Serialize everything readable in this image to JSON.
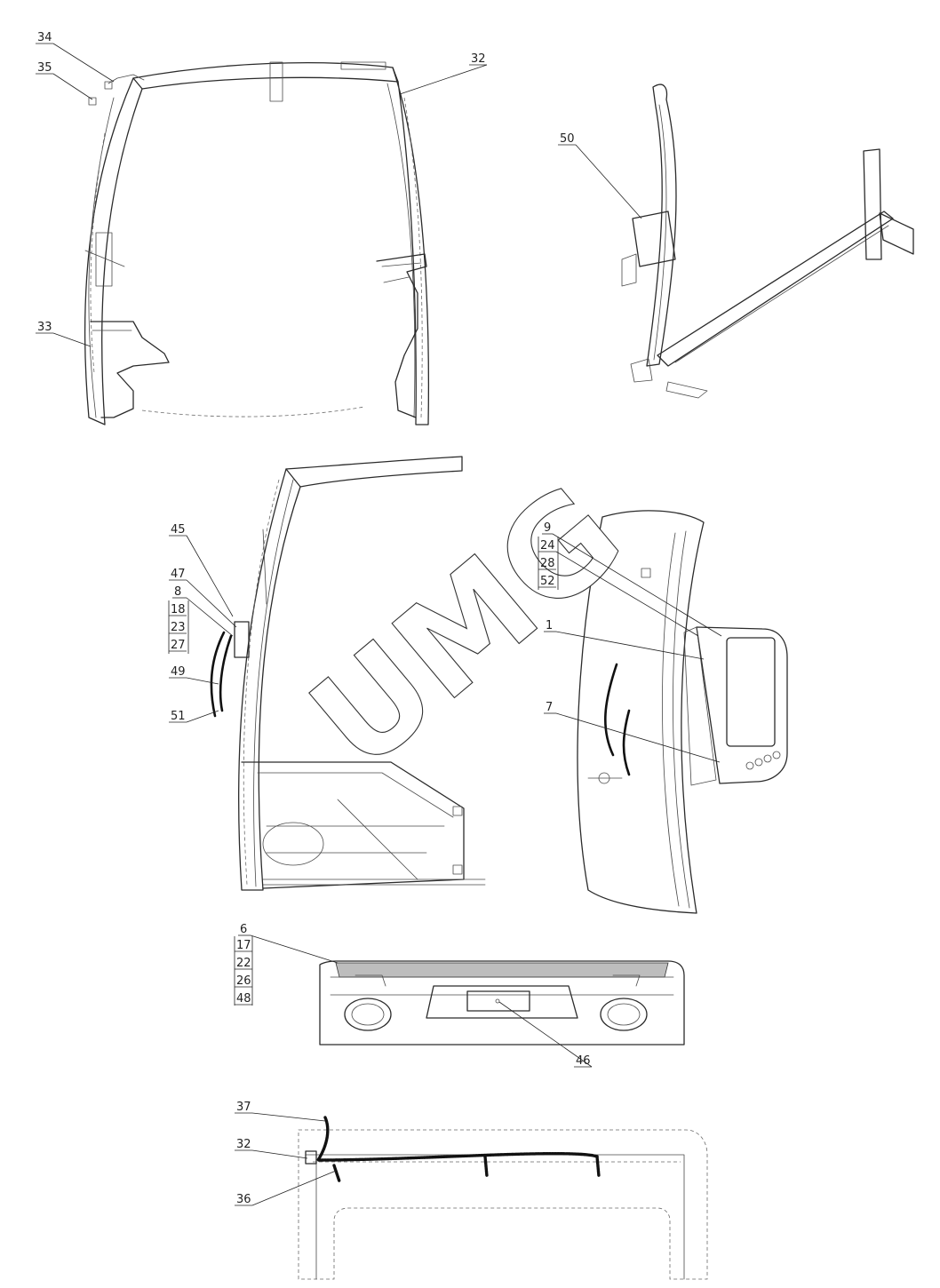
{
  "watermark": {
    "text": "UMG"
  },
  "views": {
    "top_left": {
      "callouts": [
        "34",
        "35",
        "32",
        "33"
      ]
    },
    "top_right": {
      "callouts": [
        "50"
      ]
    },
    "mid_left": {
      "callouts": [
        "45",
        "47",
        "8",
        "18",
        "23",
        "27",
        "49",
        "51"
      ]
    },
    "mid_right": {
      "callouts": [
        "9",
        "24",
        "28",
        "52",
        "1",
        "7"
      ]
    },
    "console": {
      "callouts": [
        "6",
        "17",
        "22",
        "26",
        "48",
        "46"
      ]
    },
    "roof": {
      "callouts": [
        "37",
        "32",
        "36"
      ]
    }
  },
  "colors": {
    "line": "#2b2b2b",
    "background": "#ffffff"
  }
}
